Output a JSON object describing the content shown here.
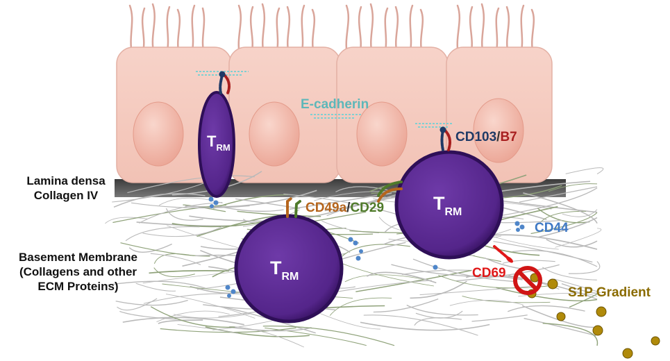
{
  "labels": {
    "e_cadherin": "E-cadherin",
    "cd103": "CD103",
    "slash1": "/",
    "b7": "B7",
    "cd49a": "CD49a",
    "slash2": "/",
    "cd29": "CD29",
    "cd44": "CD44",
    "cd69": "CD69",
    "s1p": "S1P Gradient",
    "lamina_line1": "Lamina densa",
    "lamina_line2": "Collagen IV",
    "bm_line1": "Basement Membrane",
    "bm_line2": "(Collagens and other",
    "bm_line3": "ECM Proteins)"
  },
  "cells": {
    "trm_main": "T",
    "trm_sub": "RM"
  },
  "colors": {
    "epithelium": "#f6cec4",
    "nucleus": "#f3b7a9",
    "trm": "#5a2a8e",
    "trm_rim": "#2e0f57",
    "e_cadherin": "#5db7b9",
    "cd103": "#1f3a66",
    "b7": "#a81f1f",
    "cd49a": "#b5651d",
    "cd29": "#4f7a2a",
    "cd44": "#3f79c5",
    "cd69": "#e01818",
    "s1p": "#8a6b00",
    "s1p_dot": "#b08a0a"
  }
}
